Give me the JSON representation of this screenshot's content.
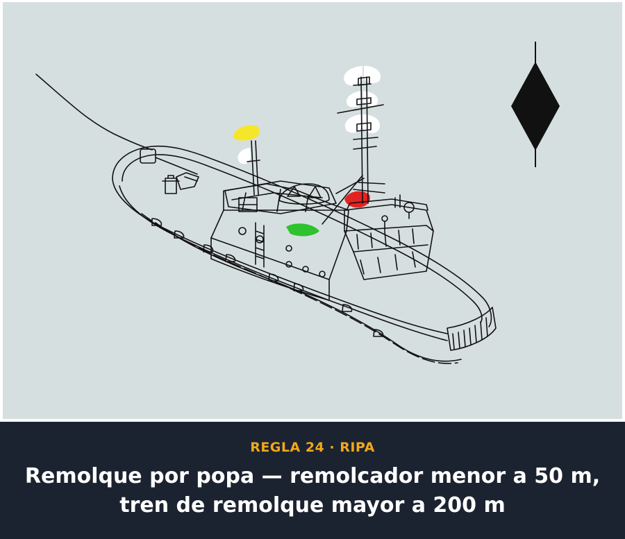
{
  "caption": {
    "kicker": "REGLA 24 · RIPA",
    "title": "Remolque por popa — remolcador menor a 50 m, tren de remolque mayor a 200 m"
  },
  "colors": {
    "background": "#d6dfe0",
    "caption_bar": "#1c2330",
    "kicker": "#f0a81c",
    "title": "#ffffff",
    "towing_light": "#f5e62a",
    "port_light": "#e32222",
    "starboard_light": "#2ec22e",
    "masthead_light": "#ffffff",
    "day_shape": "#111111"
  },
  "icons": {
    "day_shape": "diamond-shape-icon",
    "vessel": "tug-vessel-illustration"
  }
}
